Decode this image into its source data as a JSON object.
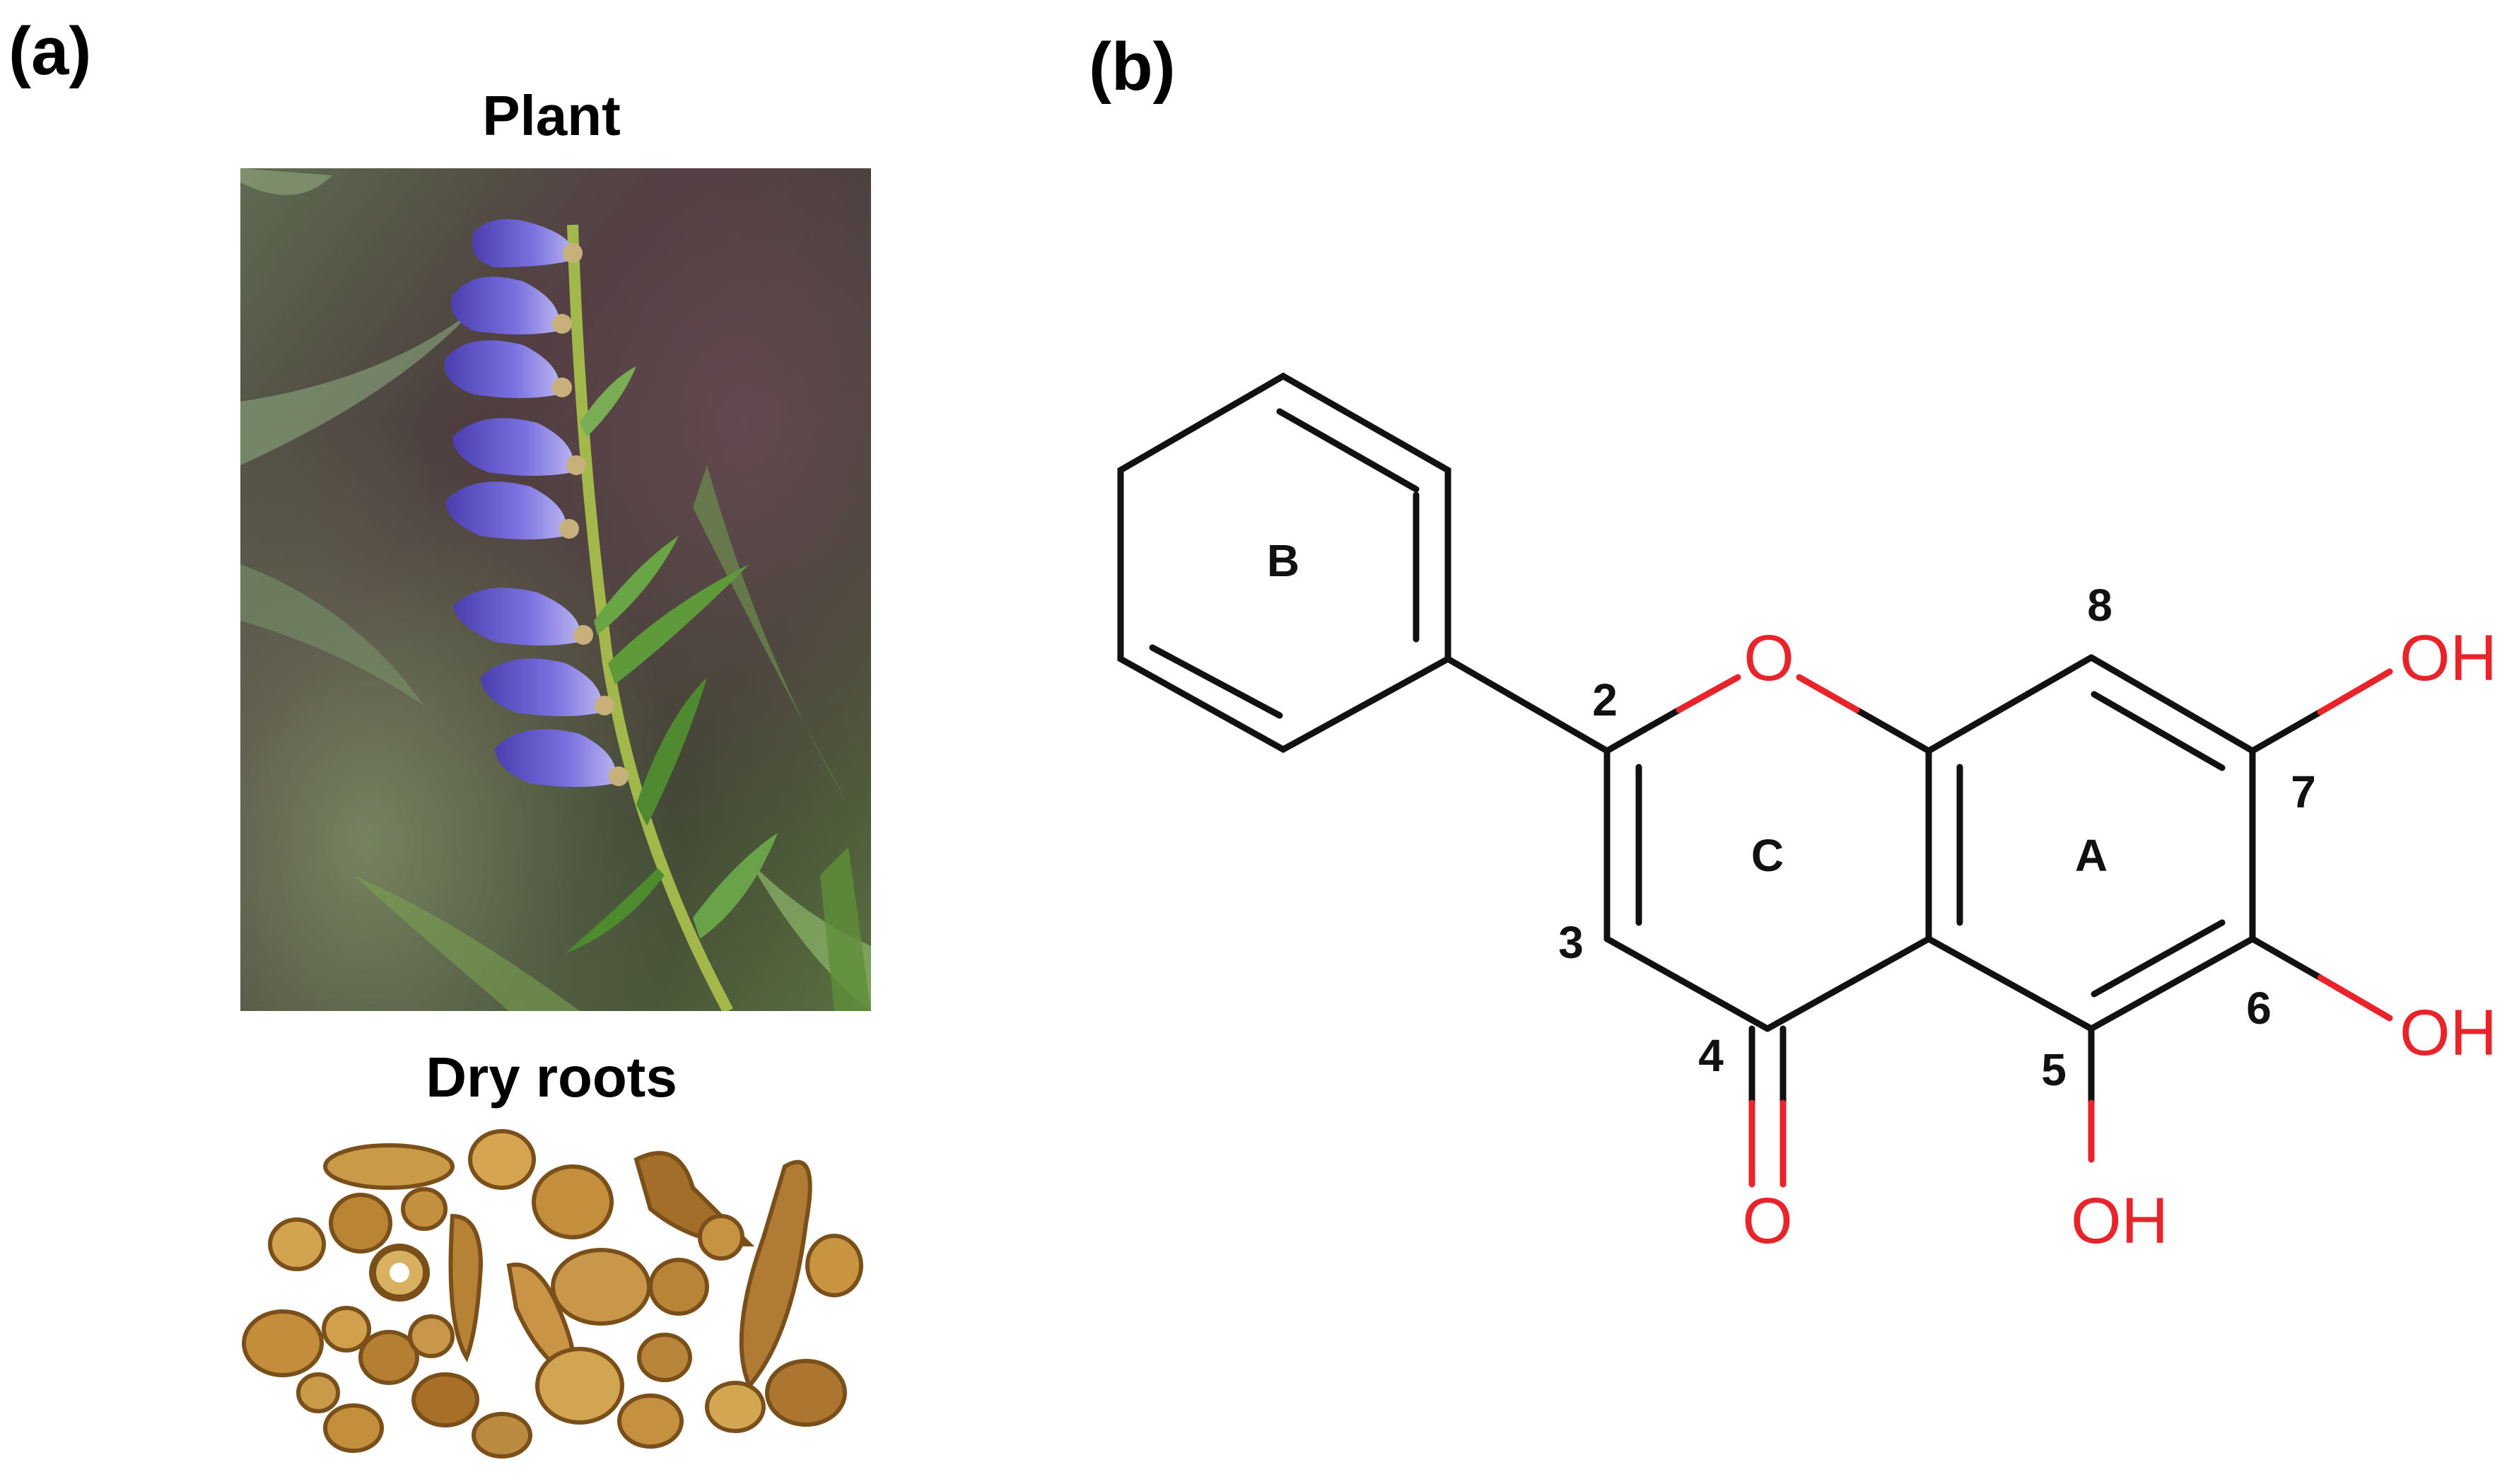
{
  "panel_a": {
    "label": "(a)",
    "plant_caption": "Plant",
    "roots_caption": "Dry roots"
  },
  "panel_b": {
    "label": "(b)",
    "ring_labels": {
      "a": "A",
      "b": "B",
      "c": "C"
    },
    "position_labels": {
      "p2": "2",
      "p3": "3",
      "p4": "4",
      "p5": "5",
      "p6": "6",
      "p7": "7",
      "p8": "8"
    },
    "atom_labels": {
      "ring_oxygen": "O",
      "carbonyl_oxygen": "O",
      "oh5": "OH",
      "oh6": "OH",
      "oh7": "OH"
    },
    "colors": {
      "bond": "#111111",
      "heteroatom": "#e8232a"
    }
  }
}
